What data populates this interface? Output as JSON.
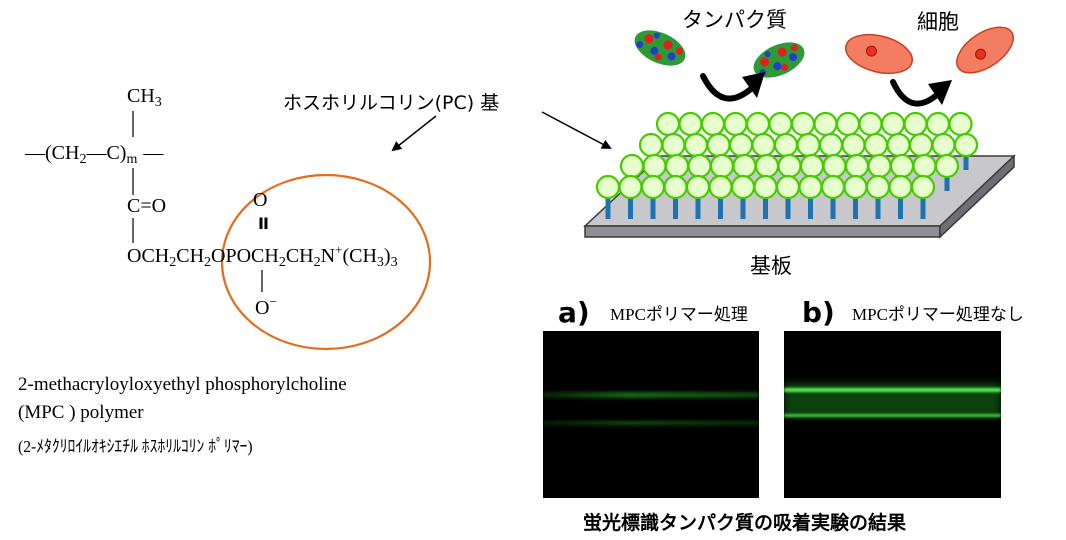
{
  "structure": {
    "ch3": "CH",
    "ch3_sub": "3",
    "backbone_dash_left": "—(CH",
    "backbone_sub2": "2",
    "backbone_mid": "—C)",
    "backbone_sub_m": "m",
    "backbone_dash_right": "—",
    "carbonyl": "C=O",
    "ester_o": "O",
    "chain_a": "CH",
    "chain_a_sub": "2",
    "chain_b": "CH",
    "chain_b_sub": "2",
    "chain_c": "OPOCH",
    "chain_c_sub": "2",
    "chain_d": "CH",
    "chain_d_sub": "2",
    "chain_e": "N",
    "chain_e_sup": "+",
    "chain_f": "(CH",
    "chain_f_sub": "3",
    "chain_g": ")",
    "chain_g_sub": "3",
    "phosphate_o_top": "O",
    "phosphate_double": "II",
    "phosphate_o_bottom": "O",
    "phosphate_o_bottom_sup": "−"
  },
  "pc_label": "ホスホリルコリン(PC) 基",
  "polymer_name_line1": "2-methacryloyloxyethyl phosphorylcholine",
  "polymer_name_line2": "(MPC ) polymer",
  "polymer_name_jp": "(2-ﾒﾀｸﾘﾛｲﾙｵｷｼｴﾁﾙ ﾎｽﾎﾘﾙｺﾘﾝ ﾎﾟﾘﾏｰ)",
  "protein_label": "タンパク質",
  "cell_label": "細胞",
  "substrate_label": "基板",
  "panel_a": {
    "letter": "a)",
    "caption": "MPCポリマー処理",
    "band_intensity": 0.35
  },
  "panel_b": {
    "letter": "b)",
    "caption": "MPCポリマー処理なし",
    "band_intensity": 0.9
  },
  "result_title": "蛍光標識タンパク質の吸着実験の結果",
  "colors": {
    "ellipse": "#e46c1e",
    "sphere_fill": "#e6ffcc",
    "sphere_stroke": "#44cc00",
    "stalk": "#1e72b0",
    "substrate_top": "#c8c8cc",
    "substrate_edge": "#3a3a3a",
    "cell_fill": "#f47c60",
    "cell_nucleus": "#e8301c",
    "fluorescence": "#2ee82e"
  }
}
